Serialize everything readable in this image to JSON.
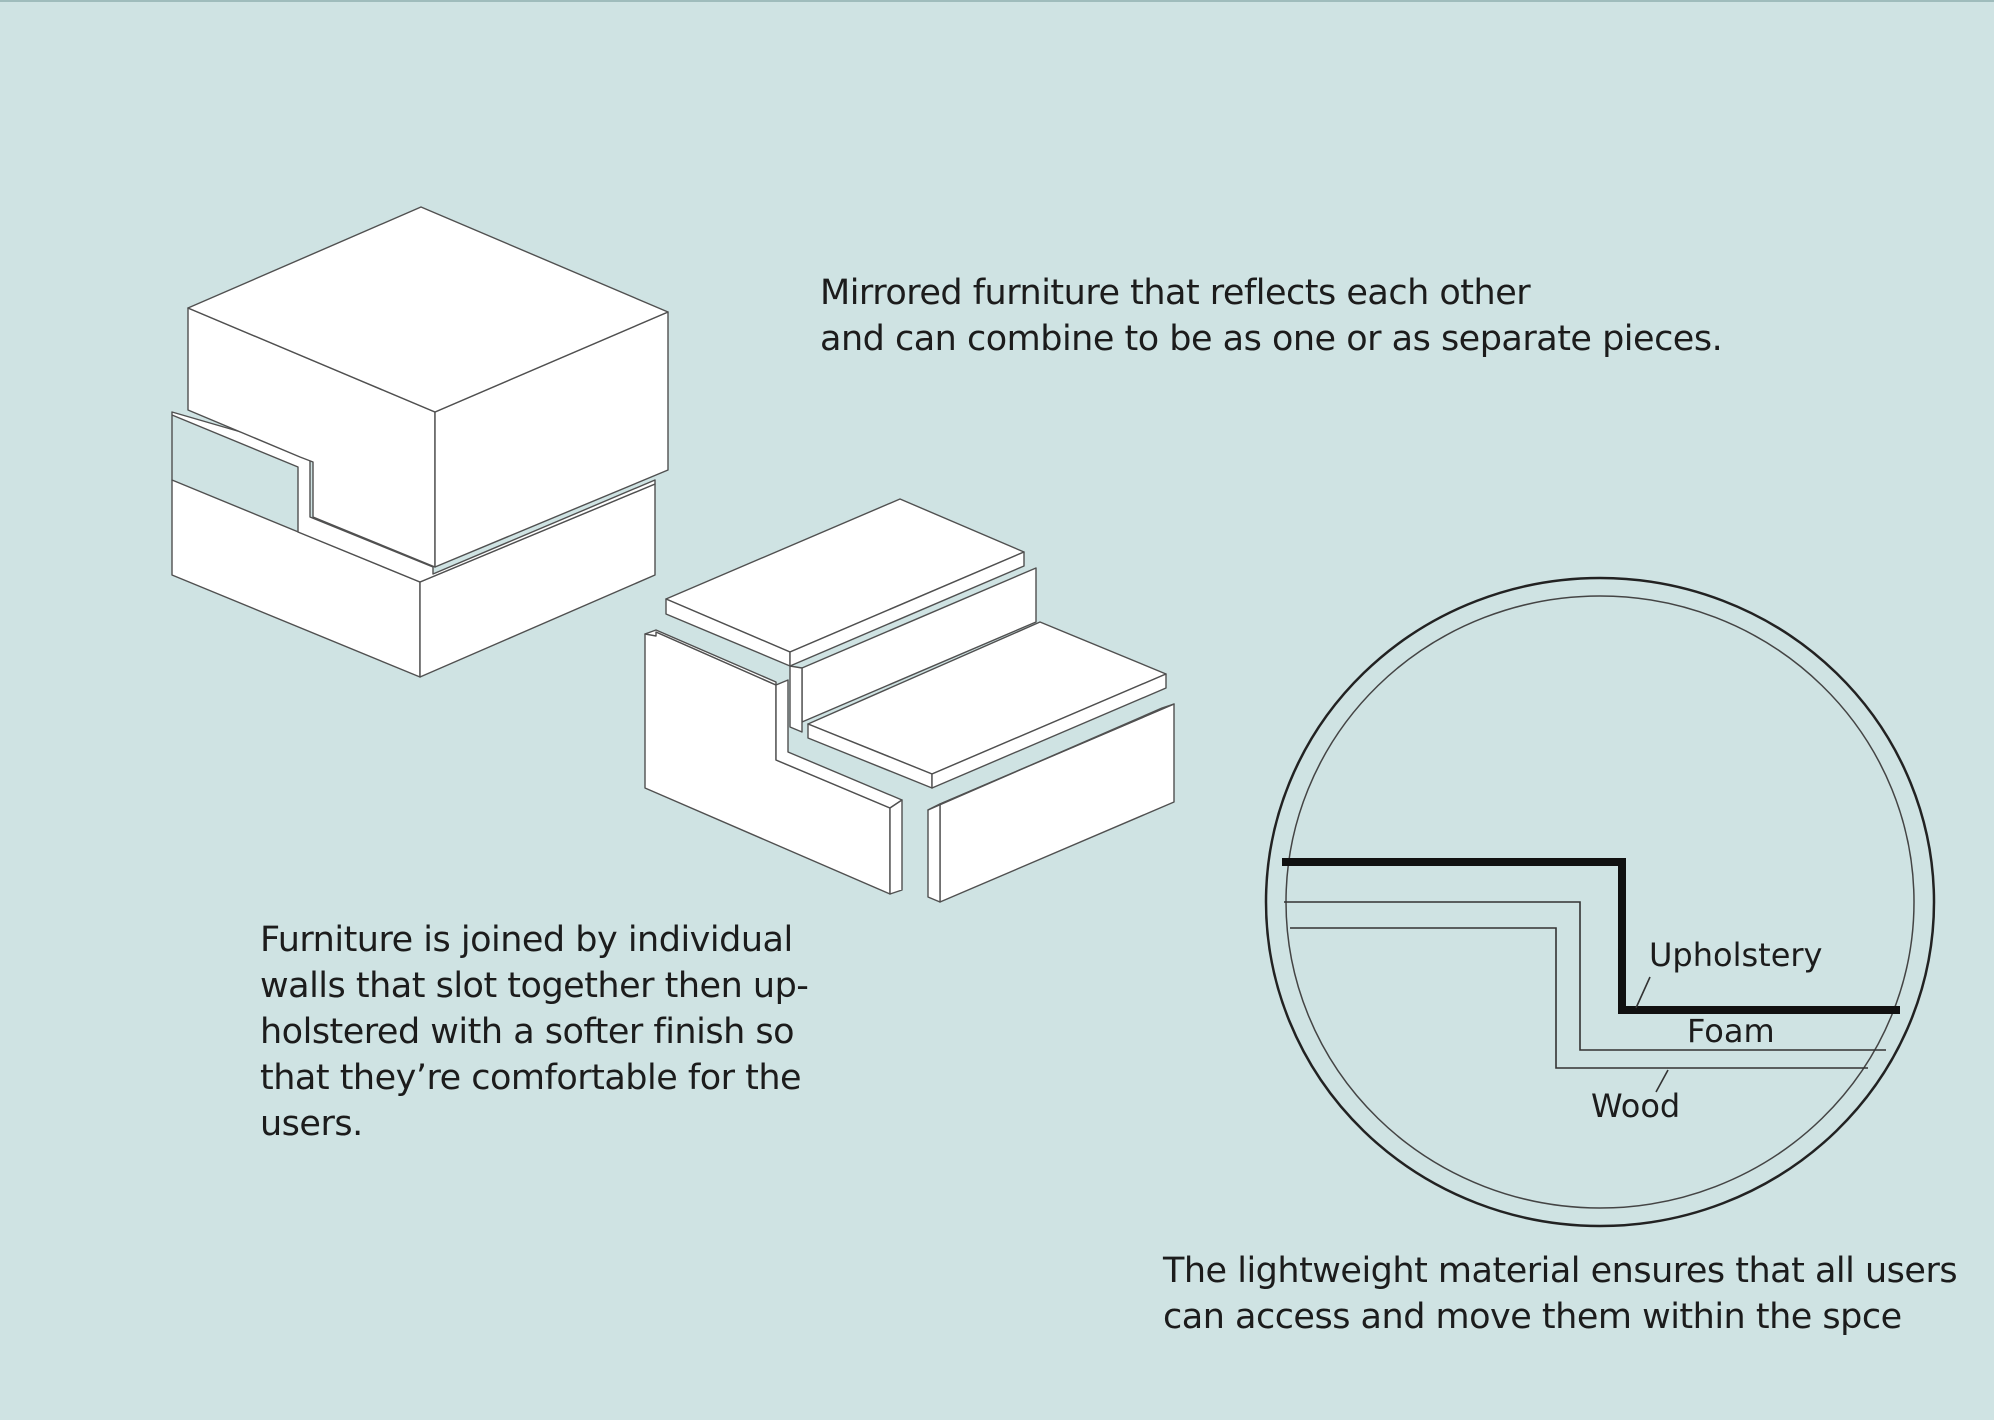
{
  "notes": {
    "mirrored": [
      "Mirrored furniture that reflects each other",
      "and can combine to be as one or as separate pieces."
    ],
    "joined": [
      "Furniture is joined by individual",
      "walls that slot together then up-",
      "holstered with a softer finish so",
      "that they’re comfortable for the",
      "users."
    ],
    "lightweight": [
      "The lightweight material ensures that all users",
      "can access and move them within the spce"
    ]
  },
  "detail": {
    "labels": {
      "upholstery": "Upholstery",
      "foam": "Foam",
      "wood": "Wood"
    }
  },
  "colors": {
    "background": "#cfe3e3",
    "block_fill": "#ffffff",
    "line": "#505050",
    "upholstery_line": "#111111"
  }
}
